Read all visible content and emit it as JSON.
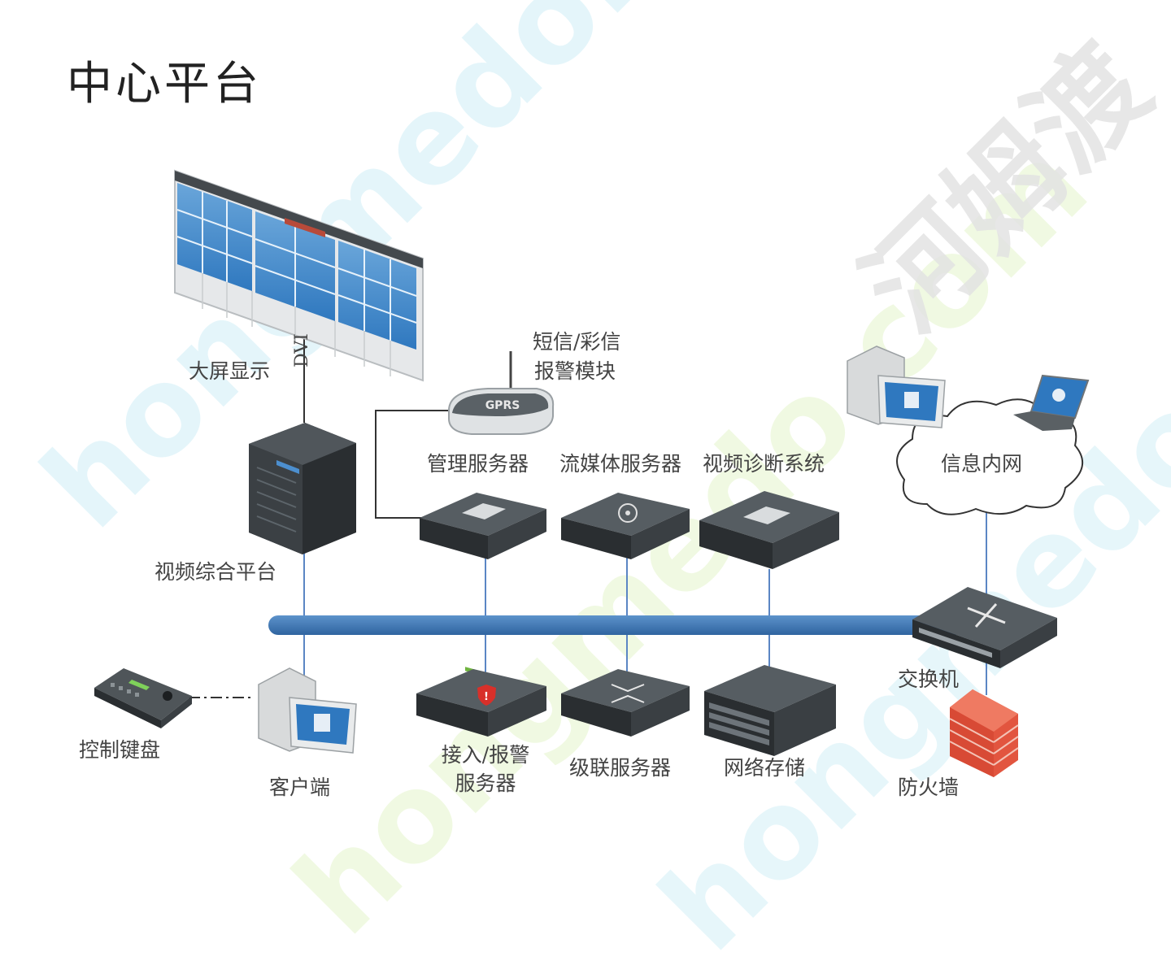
{
  "title": "中心平台",
  "watermark": {
    "text_a": "hongmedo.com",
    "text_b": "河姆渡",
    "colors": [
      "#d8f2f8",
      "#eef8dc",
      "#e5e5e5"
    ]
  },
  "nodes": {
    "video_wall": {
      "label": "大屏显示",
      "icon": "video-wall-icon"
    },
    "dvi": {
      "label": "DVI"
    },
    "gprs": {
      "label_line1": "短信/彩信",
      "label_line2": "报警模块",
      "device_text": "GPRS",
      "icon": "gprs-modem-icon"
    },
    "platform": {
      "label": "视频综合平台",
      "icon": "rack-cabinet-icon"
    },
    "mgmt_server": {
      "label": "管理服务器",
      "icon": "server-icon"
    },
    "stream_server": {
      "label": "流媒体服务器",
      "icon": "server-icon"
    },
    "diag_system": {
      "label": "视频诊断系统",
      "icon": "server-icon"
    },
    "intranet": {
      "label": "信息内网",
      "icon": "cloud-icon"
    },
    "switch": {
      "label": "交换机",
      "icon": "network-switch-icon"
    },
    "keyboard": {
      "label": "控制键盘",
      "icon": "control-keyboard-icon"
    },
    "client": {
      "label": "客户端",
      "icon": "desktop-computer-icon"
    },
    "access_server": {
      "label_line1": "接入/报警",
      "label_line2": "服务器",
      "icon": "server-icon"
    },
    "cascade_server": {
      "label": "级联服务器",
      "icon": "server-icon"
    },
    "storage": {
      "label": "网络存储",
      "icon": "storage-array-icon"
    },
    "firewall": {
      "label": "防火墙",
      "icon": "firewall-icon"
    }
  },
  "colors": {
    "bus": "#3f78b5",
    "link": "#5b86c4",
    "device_dark": "#2f3438",
    "device_top": "#4a5055",
    "screen_blue": "#4c8fcf",
    "firewall": "#e2553f"
  }
}
